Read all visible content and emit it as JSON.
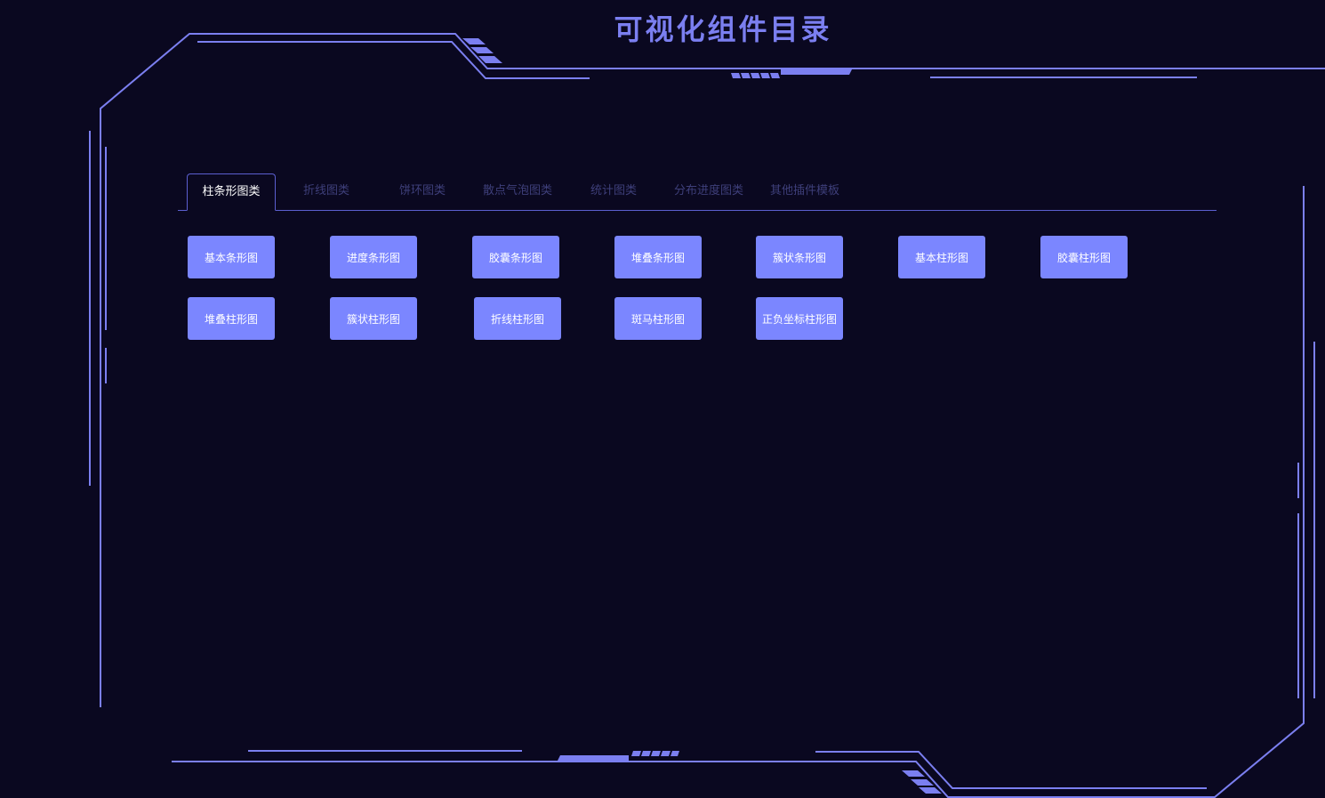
{
  "page": {
    "title": "可视化组件目录",
    "accent_color": "#7b7ff0",
    "button_color": "#7b86ff",
    "background_color": "#0a0820"
  },
  "tabs": [
    {
      "label": "柱条形图类",
      "active": true
    },
    {
      "label": "折线图类",
      "active": false
    },
    {
      "label": "饼环图类",
      "active": false
    },
    {
      "label": "散点气泡图类",
      "active": false
    },
    {
      "label": "统计图类",
      "active": false
    },
    {
      "label": "分布进度图类",
      "active": false
    },
    {
      "label": "其他插件模板",
      "active": false
    }
  ],
  "components": [
    {
      "label": "基本条形图"
    },
    {
      "label": "进度条形图"
    },
    {
      "label": "胶囊条形图"
    },
    {
      "label": "堆叠条形图"
    },
    {
      "label": "簇状条形图"
    },
    {
      "label": "基本柱形图"
    },
    {
      "label": "胶囊柱形图"
    },
    {
      "label": "堆叠柱形图"
    },
    {
      "label": "簇状柱形图"
    },
    {
      "label": "折线柱形图"
    },
    {
      "label": "斑马柱形图"
    },
    {
      "label": "正负坐标柱形图"
    }
  ]
}
